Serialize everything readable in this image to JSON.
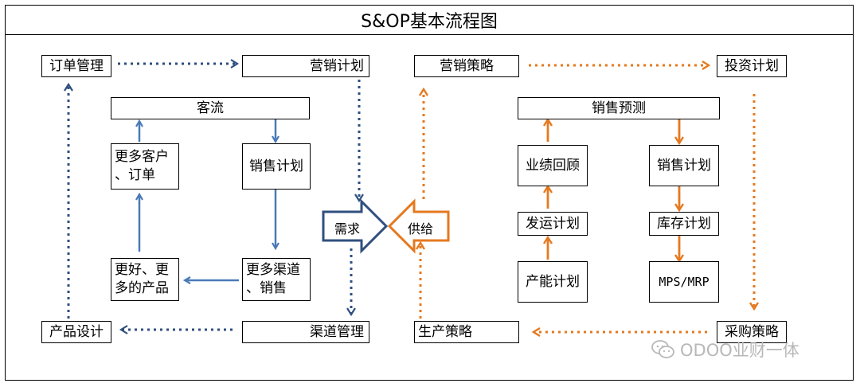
{
  "title": "S&OP基本流程图",
  "colors": {
    "blue": "#4a7ab8",
    "navy": "#2f4f7f",
    "orange": "#e5791f"
  },
  "left_loop": {
    "order_mgmt": "订单管理",
    "marketing_plan": "营销计划",
    "product_design": "产品设计",
    "channel_mgmt": "渠道管理"
  },
  "left_inner": {
    "traffic": "客流",
    "more_customers_line1": "更多客户",
    "more_customers_line2": "、订单",
    "sales_plan": "销售计划",
    "better_products_line1": "更好、更",
    "better_products_line2": "多的产品",
    "more_channels_line1": "更多渠道",
    "more_channels_line2": "、销售"
  },
  "center": {
    "demand": "需求",
    "supply": "供给"
  },
  "right_loop": {
    "marketing_strategy": "营销策略",
    "investment_plan": "投资计划",
    "production_strategy": "生产策略",
    "procurement_strategy": "采购策略"
  },
  "right_inner": {
    "sales_forecast": "销售预测",
    "performance_review": "业绩回顾",
    "sales_plan": "销售计划",
    "shipping_plan": "发运计划",
    "inventory_plan": "库存计划",
    "capacity_plan": "产能计划",
    "mps_mrp": "MPS/MRP"
  },
  "watermark": {
    "icon": "wechat-icon",
    "text": "ODOO业财一体"
  }
}
